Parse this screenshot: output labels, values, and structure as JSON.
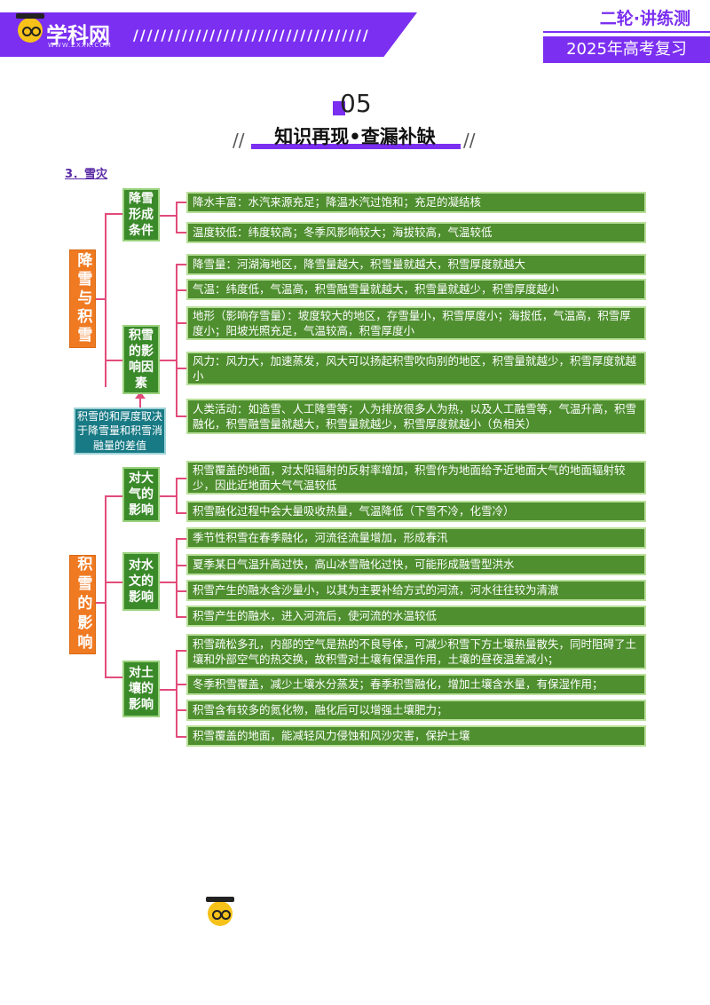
{
  "header": {
    "logo_text": "学科网",
    "logo_url": "WWW.ZXXK.COM",
    "top_right": "二轮·讲练测",
    "bottom_right": "2025年高考复习"
  },
  "section": {
    "number": "05",
    "title": "知识再现•查漏补缺",
    "subheading": "3．雪灾"
  },
  "part1": {
    "root": "降雪与积雪",
    "branch_a": {
      "label": "降雪形成条件",
      "items": [
        "降水丰富：水汽来源充足；降温水汽过饱和；充足的凝结核",
        "温度较低：纬度较高；冬季风影响较大；海拔较高，气温较低"
      ]
    },
    "branch_b": {
      "label": "积雪的影响因素",
      "items": [
        "降雪量：河湖海地区，降雪量越大，积雪量就越大，积雪厚度就越大",
        "气温：纬度低，气温高，积雪融雪量就越大，积雪量就越少，积雪厚度越小",
        "地形（影响存雪量）：坡度较大的地区，存雪量小，积雪厚度小；海拔低，气温高，积雪厚度小；阳坡光照充足，气温较高，积雪厚度小",
        "风力：风力大，加速蒸发，风大可以扬起积雪吹向别的地区，积雪量就越少，积雪厚度就越小",
        "人类活动：如造雪、人工降雪等；人为排放很多人为热，以及人工融雪等，气温升高，积雪融化，积雪融雪量就越大，积雪量就越少，积雪厚度就越小（负相关）"
      ]
    },
    "note": "积雪的和厚度取决于降雪量和积雪消融量的差值"
  },
  "part2": {
    "root": "积雪的影响",
    "branch_a": {
      "label": "对大气的影响",
      "items": [
        "积雪覆盖的地面，对太阳辐射的反射率增加，积雪作为地面给予近地面大气的地面辐射较少，因此近地面大气气温较低",
        "积雪融化过程中会大量吸收热量，气温降低（下雪不冷，化雪冷）"
      ]
    },
    "branch_b": {
      "label": "对水文的影响",
      "items": [
        "季节性积雪在春季融化，河流径流量增加，形成春汛",
        "夏季某日气温升高过快，高山冰雪融化过快，可能形成融雪型洪水",
        "积雪产生的融水含沙量小，以其为主要补给方式的河流，河水往往较为清澈",
        "积雪产生的融水，进入河流后，使河流的水温较低"
      ]
    },
    "branch_c": {
      "label": "对土壤的影响",
      "items": [
        "积雪疏松多孔，内部的空气是热的不良导体，可减少积雪下方土壤热量散失，同时阻碍了土壤和外部空气的热交换，故积雪对土壤有保温作用，土壤的昼夜温差减小；",
        "冬季积雪覆盖，减少土壤水分蒸发；春季积雪融化，增加土壤含水量，有保湿作用；",
        "积雪含有较多的氮化物，融化后可以增强土壤肥力；",
        "积雪覆盖的地面，能减轻风力侵蚀和风沙灾害，保护土壤"
      ]
    }
  },
  "colors": {
    "brand": "#7b2ff1",
    "root": "#f07a22",
    "branch": "#3b8a2a",
    "leaf": "#4f8f2f",
    "note": "#187a85",
    "connector": "#e24b7b"
  },
  "icons": {
    "logo": "owl-mascot-icon",
    "footer": "owl-mascot-icon"
  }
}
